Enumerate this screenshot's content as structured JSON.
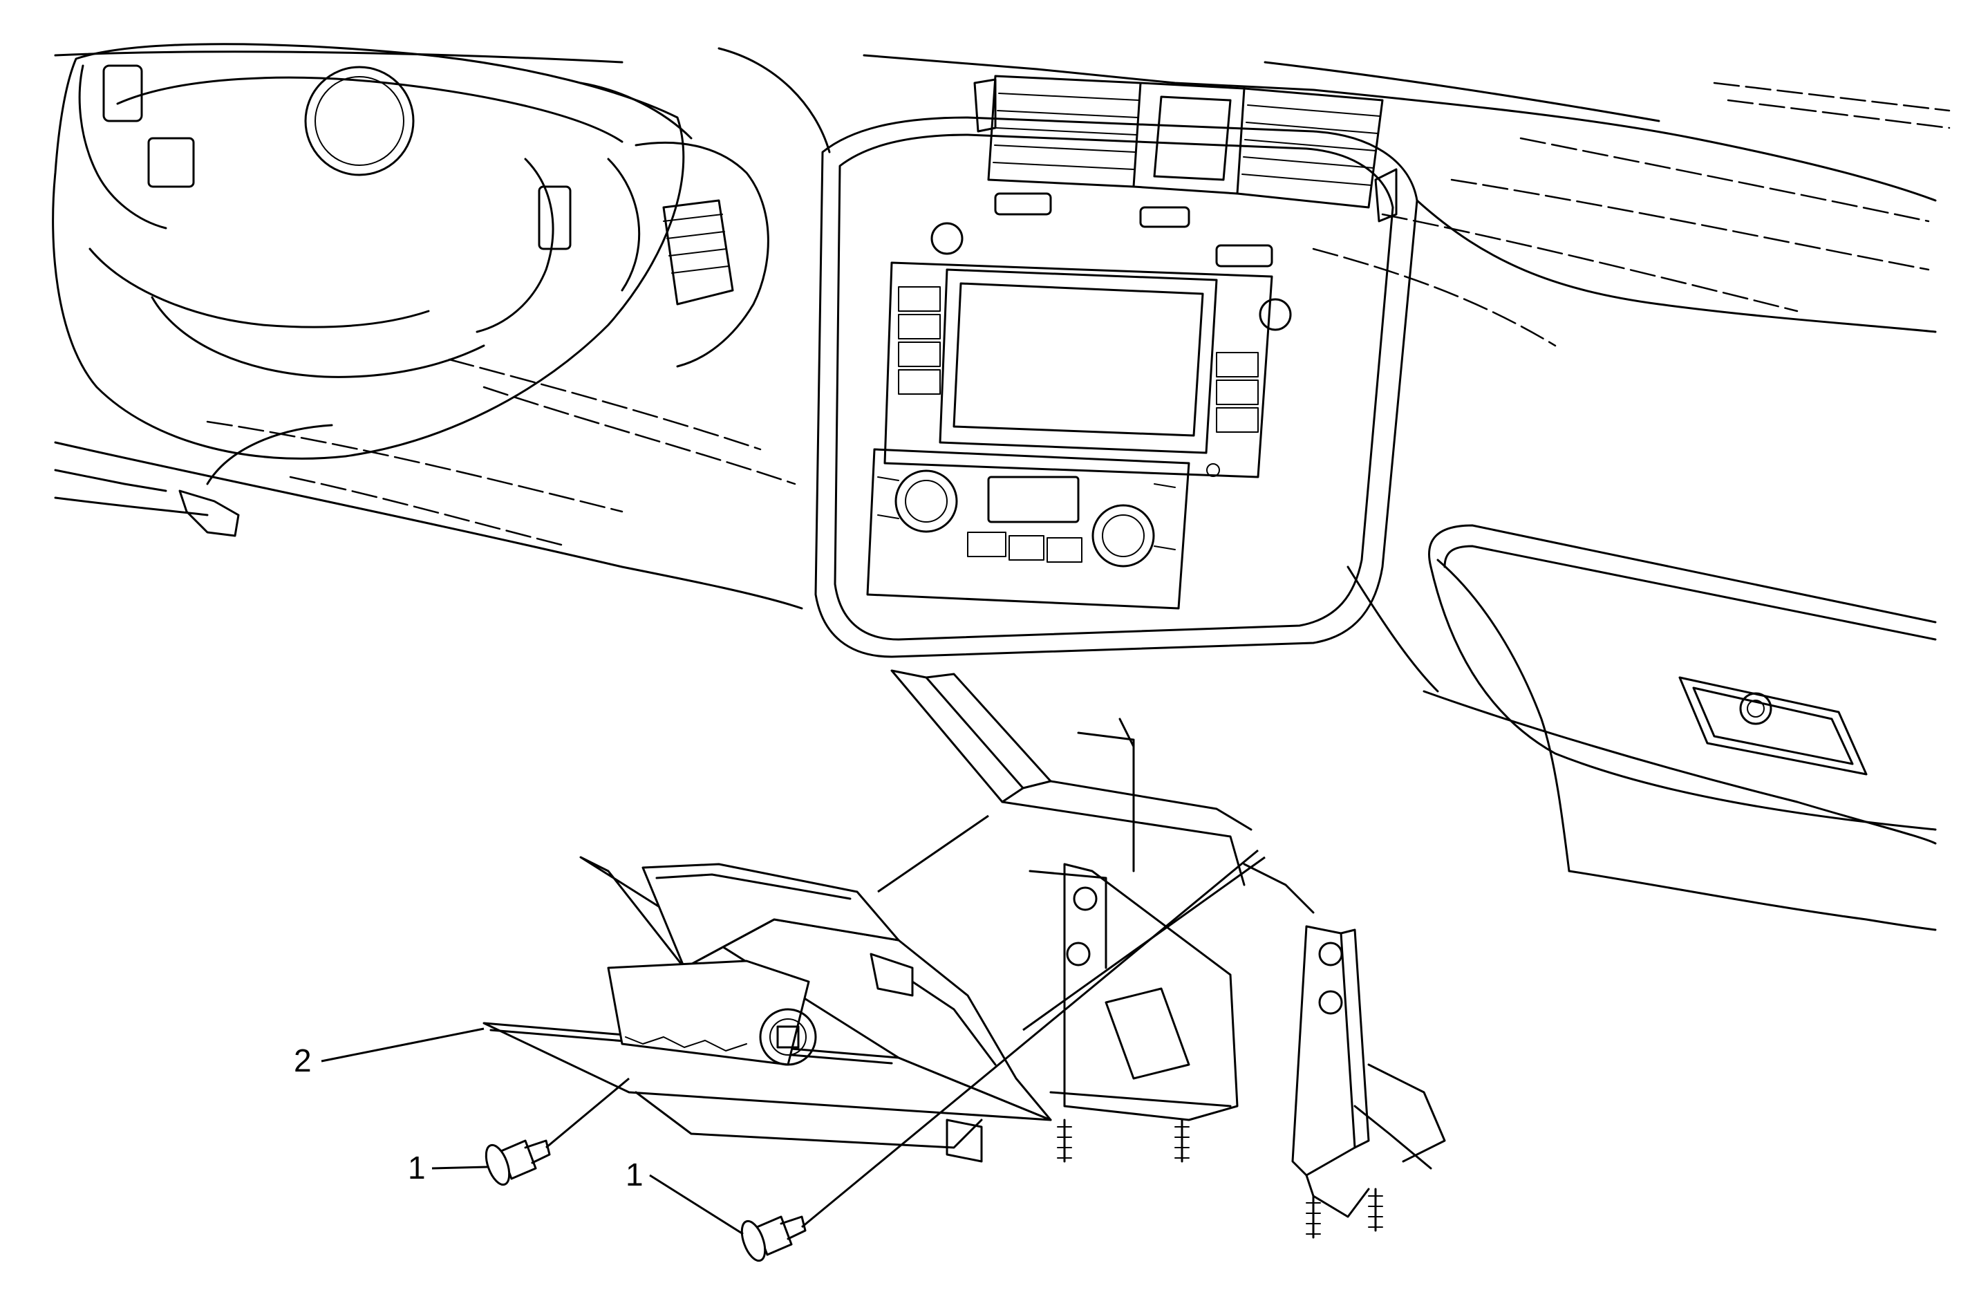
{
  "callouts": {
    "screw_left": "1",
    "screw_right": "1",
    "bezel": "2"
  },
  "colors": {
    "line": "#000000",
    "background": "#ffffff"
  }
}
